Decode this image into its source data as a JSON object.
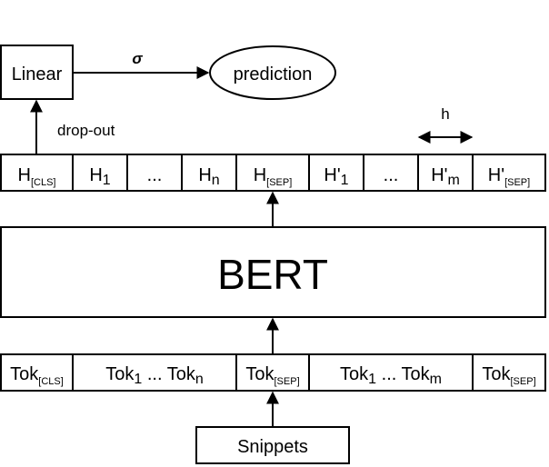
{
  "linear_label": "Linear",
  "sigma_label": "σ",
  "prediction_label": "prediction",
  "dropout_label": "drop-out",
  "h_label": "h",
  "bert_label": "BERT",
  "snippets_label": "Snippets",
  "hidden_cells": [
    {
      "base": "H",
      "sub": "[CLS]"
    },
    {
      "base": "H",
      "sub": "1"
    },
    {
      "base": "...",
      "sub": ""
    },
    {
      "base": "H",
      "sub": "n"
    },
    {
      "base": "H",
      "sub": "[SEP]"
    },
    {
      "base": "H'",
      "sub": "1"
    },
    {
      "base": "...",
      "sub": ""
    },
    {
      "base": "H'",
      "sub": "m"
    },
    {
      "base": "H'",
      "sub": "[SEP]"
    }
  ],
  "token_cells": [
    {
      "t1": "Tok",
      "s1": "[CLS]",
      "t2": "",
      "s2": ""
    },
    {
      "t1": "Tok",
      "s1": "1",
      "t2": " ... Tok",
      "s2": "n"
    },
    {
      "t1": "Tok",
      "s1": "[SEP]",
      "t2": "",
      "s2": ""
    },
    {
      "t1": "Tok",
      "s1": "1",
      "t2": " ... Tok",
      "s2": "m"
    },
    {
      "t1": "Tok",
      "s1": "[SEP]",
      "t2": "",
      "s2": ""
    }
  ]
}
